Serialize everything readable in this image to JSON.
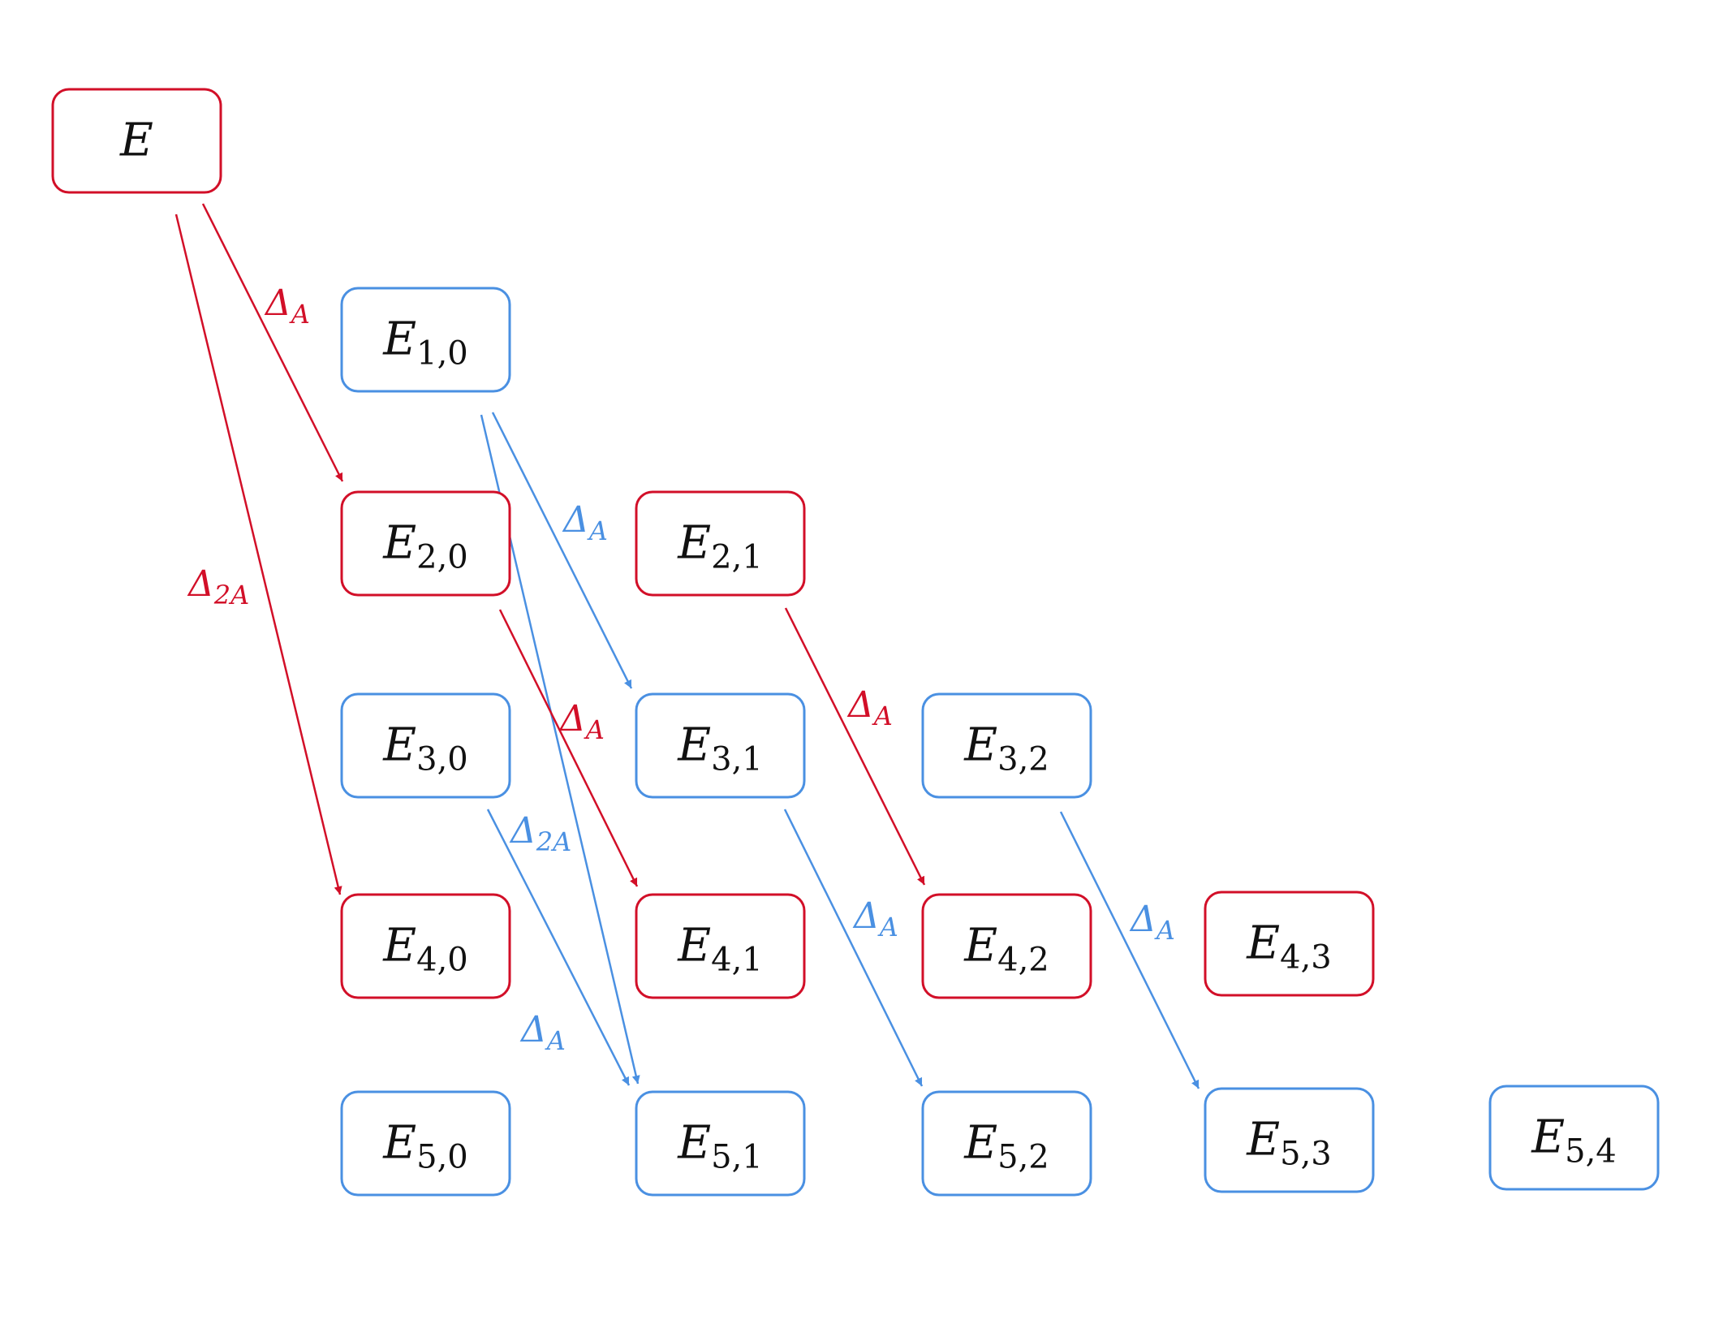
{
  "colors": {
    "red": "#d20f28",
    "blue": "#4a90e2",
    "text": "#111111",
    "background": "#ffffff"
  },
  "nodes": [
    {
      "id": "E",
      "label": "E",
      "sub": "",
      "color": "red"
    },
    {
      "id": "E10",
      "label": "E",
      "sub": "1,0",
      "color": "blue"
    },
    {
      "id": "E20",
      "label": "E",
      "sub": "2,0",
      "color": "red"
    },
    {
      "id": "E21",
      "label": "E",
      "sub": "2,1",
      "color": "red"
    },
    {
      "id": "E30",
      "label": "E",
      "sub": "3,0",
      "color": "blue"
    },
    {
      "id": "E31",
      "label": "E",
      "sub": "3,1",
      "color": "blue"
    },
    {
      "id": "E32",
      "label": "E",
      "sub": "3,2",
      "color": "blue"
    },
    {
      "id": "E40",
      "label": "E",
      "sub": "4,0",
      "color": "red"
    },
    {
      "id": "E41",
      "label": "E",
      "sub": "4,1",
      "color": "red"
    },
    {
      "id": "E42",
      "label": "E",
      "sub": "4,2",
      "color": "red"
    },
    {
      "id": "E43",
      "label": "E",
      "sub": "4,3",
      "color": "red"
    },
    {
      "id": "E50",
      "label": "E",
      "sub": "5,0",
      "color": "blue"
    },
    {
      "id": "E51",
      "label": "E",
      "sub": "5,1",
      "color": "blue"
    },
    {
      "id": "E52",
      "label": "E",
      "sub": "5,2",
      "color": "blue"
    },
    {
      "id": "E53",
      "label": "E",
      "sub": "5,3",
      "color": "blue"
    },
    {
      "id": "E54",
      "label": "E",
      "sub": "5,4",
      "color": "blue"
    }
  ],
  "edges": [
    {
      "from": "E",
      "to": "E20",
      "label": "Δ",
      "sub": "A",
      "color": "red"
    },
    {
      "from": "E",
      "to": "E40",
      "label": "Δ",
      "sub": "2A",
      "color": "red"
    },
    {
      "from": "E10",
      "to": "E31",
      "label": "Δ",
      "sub": "A",
      "color": "blue"
    },
    {
      "from": "E10",
      "to": "E51",
      "label": "Δ",
      "sub": "2A",
      "color": "blue"
    },
    {
      "from": "E20",
      "to": "E41",
      "label": "Δ",
      "sub": "A",
      "color": "red"
    },
    {
      "from": "E21",
      "to": "E42",
      "label": "Δ",
      "sub": "A",
      "color": "red"
    },
    {
      "from": "E30",
      "to": "E51",
      "label": "Δ",
      "sub": "A",
      "color": "blue"
    },
    {
      "from": "E31",
      "to": "E52",
      "label": "Δ",
      "sub": "A",
      "color": "blue"
    },
    {
      "from": "E32",
      "to": "E53",
      "label": "Δ",
      "sub": "A",
      "color": "blue"
    }
  ]
}
